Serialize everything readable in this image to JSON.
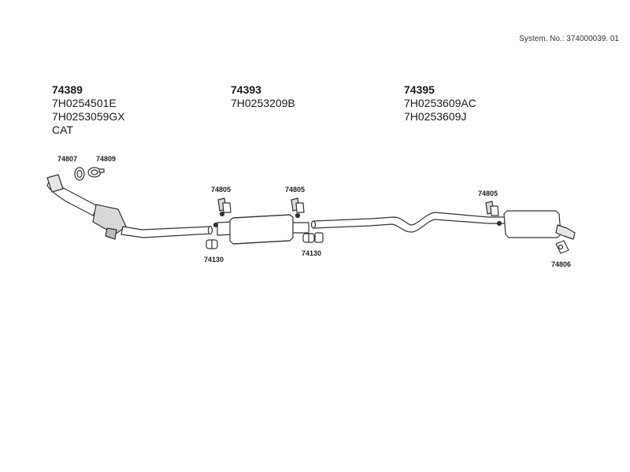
{
  "system_no": "System. No.: 374000039. 01",
  "groups": [
    {
      "part": "74389",
      "refs": [
        "7H0254501E",
        "7H0253059GX",
        "CAT"
      ]
    },
    {
      "part": "74393",
      "refs": [
        "7H0253209B"
      ]
    },
    {
      "part": "74395",
      "refs": [
        "7H0253609AC",
        "7H0253609J"
      ]
    }
  ],
  "labels": {
    "p74807": "74807",
    "p74809": "74809",
    "p74805_a": "74805",
    "p74805_b": "74805",
    "p74805_c": "74805",
    "p74130_a": "74130",
    "p74130_b": "74130",
    "p74806": "74806"
  }
}
